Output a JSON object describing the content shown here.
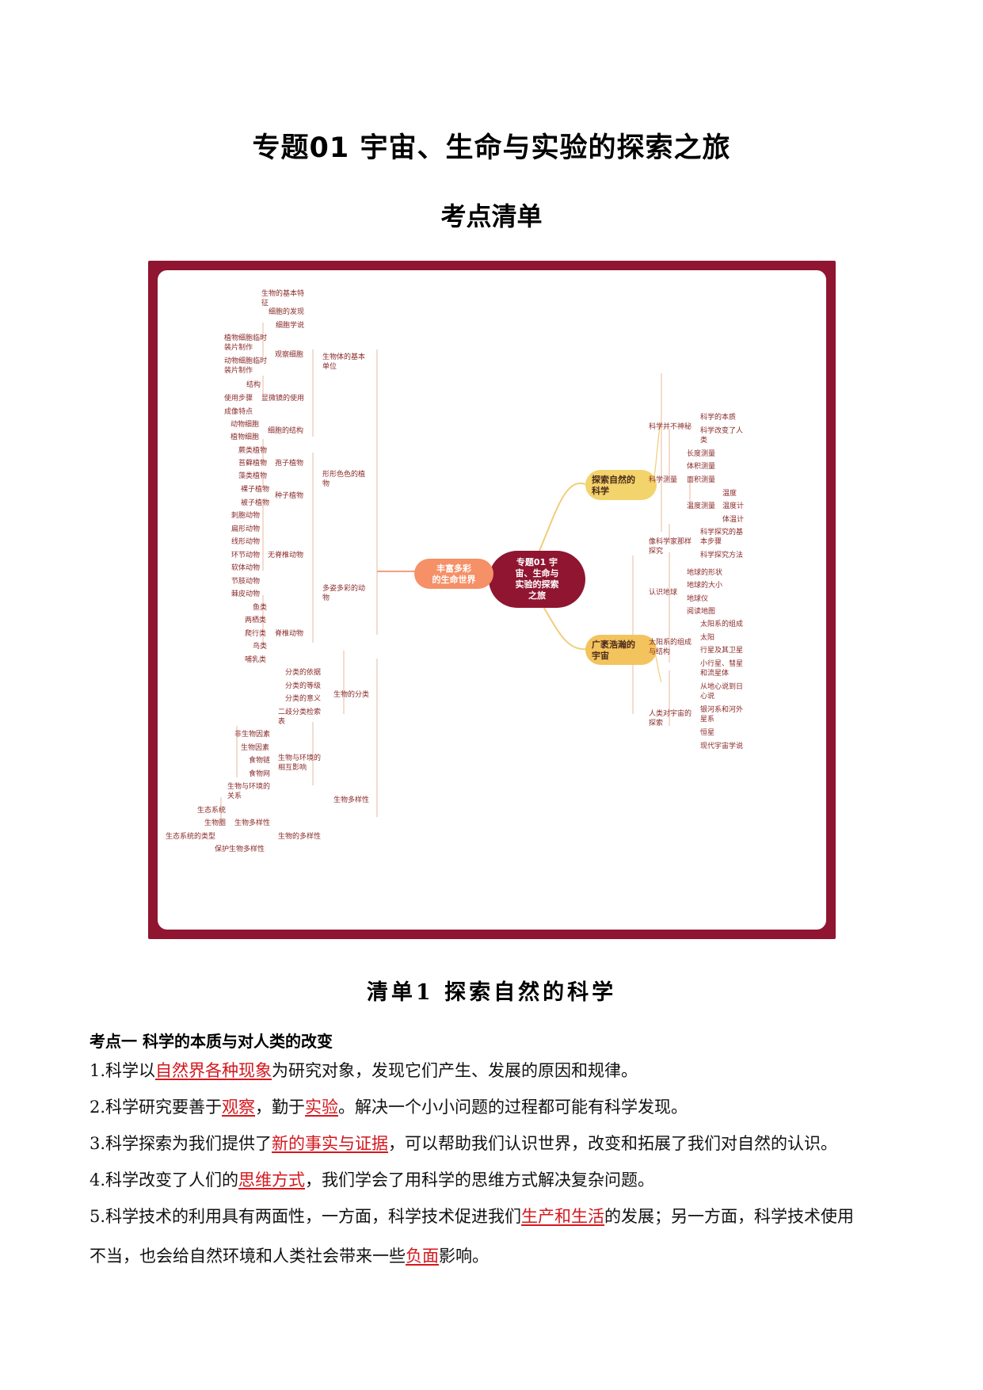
{
  "title": "专题01  宇宙、生命与实验的探索之旅",
  "subtitle": "考点清单",
  "mindmap": {
    "center": [
      "专题01 宇",
      "宙、生命与",
      "实验的探索",
      "之旅"
    ],
    "branch_life": [
      "丰富多彩",
      "的生命世界"
    ],
    "branch_science": [
      "探索自然的",
      "科学"
    ],
    "branch_universe": [
      "广袤浩瀚的",
      "宇宙"
    ],
    "left_nodes": [
      [
        "生物的基本特",
        "征"
      ],
      [
        "细胞的发现"
      ],
      [
        "细胞学说"
      ],
      [
        "植物细胞临时",
        "装片制作"
      ],
      [
        "观察细胞"
      ],
      [
        "动物细胞临时",
        "装片制作"
      ],
      [
        "生物体的基本",
        "单位"
      ],
      [
        "结构"
      ],
      [
        "使用步骤"
      ],
      [
        "显微镜的使用"
      ],
      [
        "成像特点"
      ],
      [
        "动物细胞"
      ],
      [
        "细胞的结构"
      ],
      [
        "植物细胞"
      ],
      [
        "蕨类植物"
      ],
      [
        "孢子植物"
      ],
      [
        "苔藓植物"
      ],
      [
        "形形色色的植",
        "物"
      ],
      [
        "藻类植物"
      ],
      [
        "裸子植物"
      ],
      [
        "种子植物"
      ],
      [
        "被子植物"
      ],
      [
        "刺胞动物"
      ],
      [
        "扁形动物"
      ],
      [
        "线形动物"
      ],
      [
        "环节动物"
      ],
      [
        "无脊椎动物"
      ],
      [
        "软体动物"
      ],
      [
        "节肢动物"
      ],
      [
        "多姿多彩的动",
        "物"
      ],
      [
        "棘皮动物"
      ],
      [
        "鱼类"
      ],
      [
        "两栖类"
      ],
      [
        "爬行类"
      ],
      [
        "脊椎动物"
      ],
      [
        "鸟类"
      ],
      [
        "哺乳类"
      ],
      [
        "分类的依据"
      ],
      [
        "分类的等级"
      ],
      [
        "分类的意义"
      ],
      [
        "生物的分类"
      ],
      [
        "二歧分类检索",
        "表"
      ],
      [
        "非生物因素"
      ],
      [
        "生物因素"
      ],
      [
        "食物链"
      ],
      [
        "生物与环境的",
        "相互影响"
      ],
      [
        "食物网"
      ],
      [
        "生物与环境的",
        "关系"
      ],
      [
        "生物多样性"
      ],
      [
        "生态系统"
      ],
      [
        "生物圈"
      ],
      [
        "生物多样性"
      ],
      [
        "生态系统的类型"
      ],
      [
        "生物的多样性"
      ],
      [
        "保护生物多样性"
      ]
    ],
    "right_nodes": [
      [
        "科学的本质"
      ],
      [
        "科学并不神秘"
      ],
      [
        "科学改变了人",
        "类"
      ],
      [
        "长度测量"
      ],
      [
        "体积测量"
      ],
      [
        "科学测量"
      ],
      [
        "面积测量"
      ],
      [
        "温度"
      ],
      [
        "温度测量"
      ],
      [
        "温度计"
      ],
      [
        "体温计"
      ],
      [
        "科学探究的基",
        "本步骤"
      ],
      [
        "像科学家那样",
        "探究"
      ],
      [
        "科学探究方法"
      ],
      [
        "地球的形状"
      ],
      [
        "地球的大小"
      ],
      [
        "认识地球"
      ],
      [
        "地球仪"
      ],
      [
        "阅读地图"
      ],
      [
        "太阳系的组成"
      ],
      [
        "太阳"
      ],
      [
        "太阳系的组成",
        "与结构"
      ],
      [
        "行星及其卫星"
      ],
      [
        "小行星、彗星",
        "和流星体"
      ],
      [
        "从地心说到日",
        "心说"
      ],
      [
        "银河系和河外",
        "星系"
      ],
      [
        "人类对宇宙的",
        "探索"
      ],
      [
        "恒星"
      ],
      [
        "现代宇宙学说"
      ]
    ]
  },
  "section": {
    "title": "清单1   探索自然的科学",
    "point_heading": "考点一  科学的本质与对人类的改变",
    "items": [
      {
        "pre": "1.科学以",
        "ans": "自然界各种现象",
        "post": "为研究对象，发现它们产生、发展的原因和规律。"
      },
      {
        "pre": "2.科学研究要善于",
        "ans": "观察",
        "mid": "，勤于",
        "ans2": "实验",
        "post": "。解决一个小小问题的过程都可能有科学发现。"
      },
      {
        "pre": "3.科学探索为我们提供了",
        "ans": "新的事实与证据",
        "post": "，可以帮助我们认识世界，改变和拓展了我们对自然的认识。"
      },
      {
        "pre": "4.科学改变了人们的",
        "ans": "思维方式",
        "post": "，我们学会了用科学的思维方式解决复杂问题。"
      },
      {
        "pre": "5.科学技术的利用具有两面性，一方面，科学技术促进我们",
        "ans": "生产和生活",
        "post": "的发展；另一方面，科学技术使用"
      },
      {
        "pre": "不当，也会给自然环境和人类社会带来一些",
        "ans": "负面",
        "post": "影响。"
      }
    ]
  },
  "colors": {
    "frame": "#8f1531",
    "center_node": "#8f1531",
    "life_node": "#f59067",
    "science_node": "#f3d36b",
    "universe_node": "#f3c35e",
    "answer_red": "#d4171e",
    "leaf_text": "#8a2a2a"
  }
}
